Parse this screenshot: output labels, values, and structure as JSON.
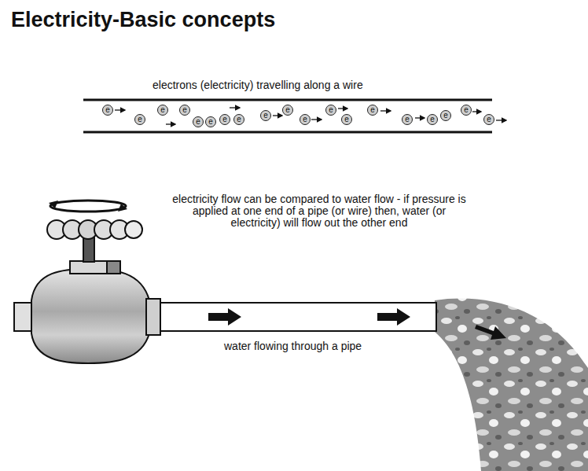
{
  "diagram": {
    "title": "Electricity-Basic concepts",
    "nodes": [
      {
        "text": [
          "e"
        ]
      },
      {
        "text": [
          "e"
        ]
      },
      {
        "text": [
          "e"
        ]
      },
      {
        "text": [
          "e"
        ]
      },
      {
        "text": [
          "e"
        ]
      },
      {
        "text": [
          "e"
        ]
      },
      {
        "text": [
          "e"
        ]
      },
      {
        "text": [
          "e"
        ]
      },
      {
        "text": [
          "e"
        ]
      },
      {
        "text": [
          "e"
        ]
      },
      {
        "text": [
          "e"
        ]
      },
      {
        "text": [
          "e"
        ]
      },
      {
        "text": [
          "e"
        ]
      },
      {
        "text": [
          "e"
        ]
      },
      {
        "text": [
          "e"
        ]
      },
      {
        "text": [
          "e"
        ]
      },
      {
        "text": [
          "e"
        ]
      },
      {
        "text": [
          "e"
        ]
      },
      {
        "text": [
          "e"
        ]
      }
    ],
    "labels": [
      "electrons (electricity) travelling along a wire",
      "electricity flow can be compared to water flow - if pressure is applied at one end of a pipe (or wire) then, water (or electricity) will flow out the other end",
      "water flowing through a pipe"
    ]
  }
}
